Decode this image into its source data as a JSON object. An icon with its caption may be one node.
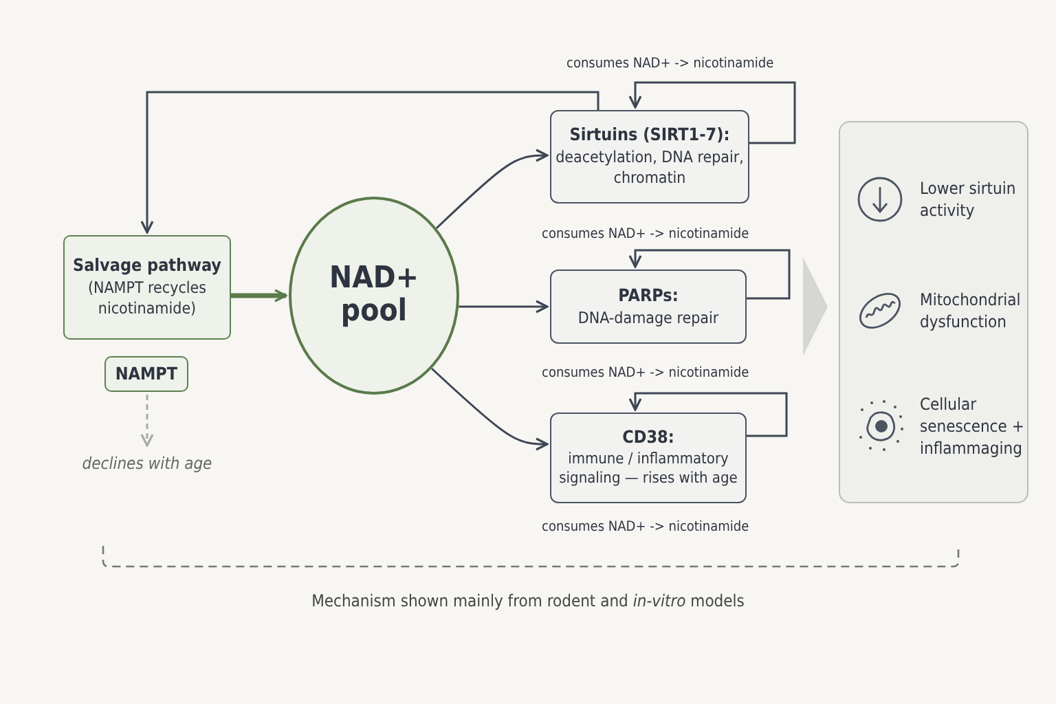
{
  "diagram": {
    "caption": "Mechanism shown mainly from rodent and *in-vitro* models",
    "nodes": [
      {
        "text": [
          "Salvage pathway",
          "(NAMPT recycles nicotinamide)"
        ]
      },
      {
        "text": [
          "NAMPT"
        ]
      },
      {
        "text": [
          "NAD+ pool"
        ]
      },
      {
        "text": [
          "Sirtuins (SIRT1-7):",
          "deacetylation, DNA repair, chromatin"
        ],
        "beside": [
          "consumes NAD+ -> nicotinamide"
        ]
      },
      {
        "text": [
          "PARPs:",
          "DNA-damage repair"
        ],
        "beside": [
          "consumes NAD+ -> nicotinamide"
        ]
      },
      {
        "text": [
          "CD38:",
          "immune / inflammatory signaling — rises with age"
        ],
        "beside": [
          "consumes NAD+ -> nicotinamide"
        ]
      },
      {
        "text": [],
        "shape": "box"
      },
      {
        "text": [
          "Lower sirtuin activity"
        ],
        "in": 6
      },
      {
        "text": [
          "Mitochondrial dysfunction"
        ],
        "in": 6
      },
      {
        "text": [
          "Cellular senescence + inflammaging"
        ],
        "in": 6
      },
      {
        "text": [
          "declines with age"
        ]
      }
    ],
    "edges": [
      {
        "from": 0,
        "to": 2,
        "arrow": "to",
        "style": "thick",
        "color": "#5a7a4a"
      },
      {
        "from": 2,
        "to": 3,
        "arrow": "to"
      },
      {
        "from": 2,
        "to": 4,
        "arrow": "to"
      },
      {
        "from": 2,
        "to": 5,
        "arrow": "to"
      },
      {
        "from": 3,
        "to": 0,
        "arrow": "to"
      },
      {
        "from": 3,
        "to": 3,
        "arrow": "to"
      },
      {
        "from": 4,
        "to": 4,
        "arrow": "to"
      },
      {
        "from": 5,
        "to": 5,
        "arrow": "to"
      },
      {
        "from": 1,
        "to": 10,
        "arrow": "to",
        "style": "dashed",
        "color": "#aaaaaa"
      },
      {
        "from": 4,
        "to": 6,
        "arrow": "to",
        "color": "#d6d6d4"
      }
    ],
    "labels": [
      "consumes NAD+ -> nicotinamide"
    ]
  }
}
